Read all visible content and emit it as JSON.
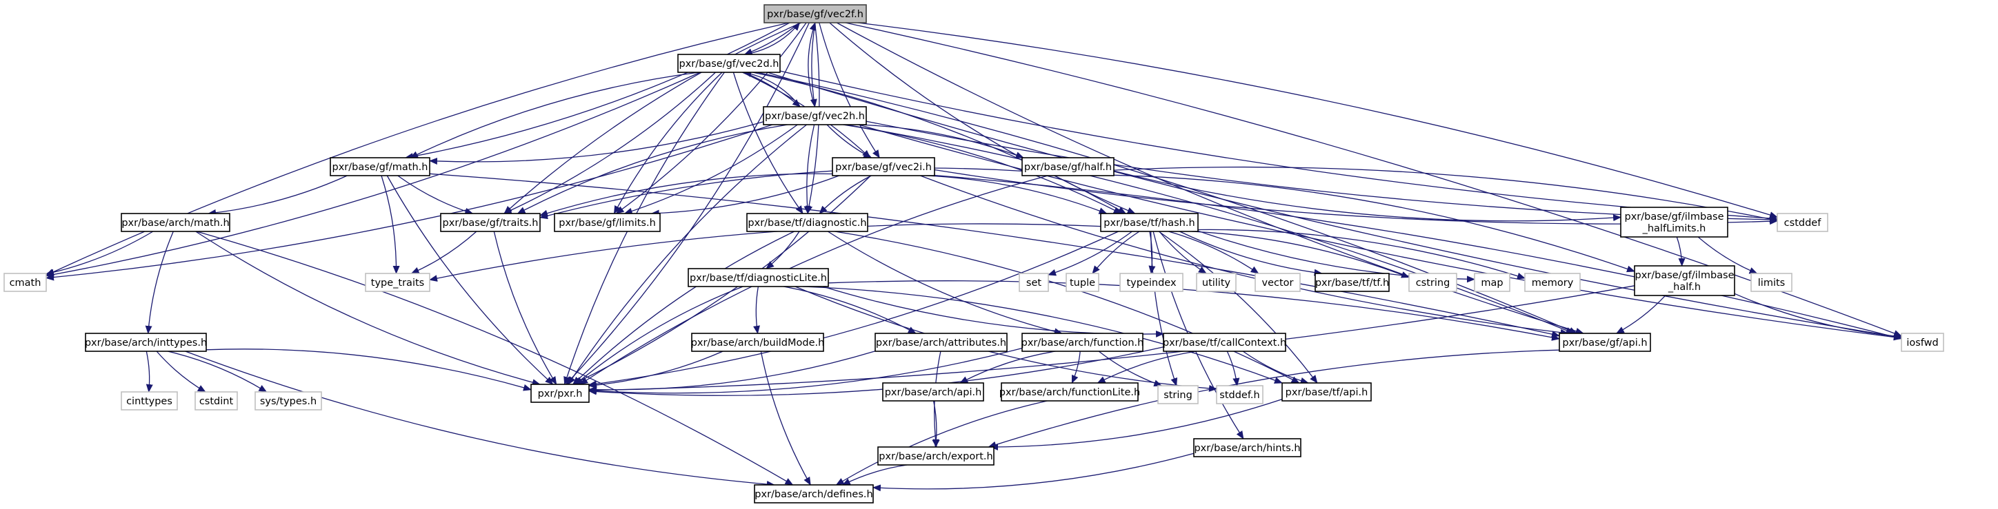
{
  "title": "pxr/base/gf/vec2f.h include dependency graph",
  "colors": {
    "edge": "#191970",
    "root_fill": "#bfbfbf",
    "local_border": "#000000",
    "system_border": "#bfbfbf"
  },
  "nodes": [
    {
      "id": "vec2f",
      "label": "pxr/base/gf/vec2f.h",
      "kind": "root"
    },
    {
      "id": "vec2d",
      "label": "pxr/base/gf/vec2d.h",
      "kind": "local"
    },
    {
      "id": "vec2h",
      "label": "pxr/base/gf/vec2h.h",
      "kind": "local"
    },
    {
      "id": "gfmath",
      "label": "pxr/base/gf/math.h",
      "kind": "local"
    },
    {
      "id": "vec2i",
      "label": "pxr/base/gf/vec2i.h",
      "kind": "local"
    },
    {
      "id": "half",
      "label": "pxr/base/gf/half.h",
      "kind": "local"
    },
    {
      "id": "archmath",
      "label": "pxr/base/arch/math.h",
      "kind": "local"
    },
    {
      "id": "traits",
      "label": "pxr/base/gf/traits.h",
      "kind": "local"
    },
    {
      "id": "gflimits",
      "label": "pxr/base/gf/limits.h",
      "kind": "local"
    },
    {
      "id": "diagnostic",
      "label": "pxr/base/tf/diagnostic.h",
      "kind": "local"
    },
    {
      "id": "hash",
      "label": "pxr/base/tf/hash.h",
      "kind": "local"
    },
    {
      "id": "halfLimits",
      "label": "pxr/base/gf/ilmbase\n_halfLimits.h",
      "kind": "local"
    },
    {
      "id": "cstddef",
      "label": "cstddef",
      "kind": "system"
    },
    {
      "id": "cmath",
      "label": "cmath",
      "kind": "system"
    },
    {
      "id": "type_traits",
      "label": "type_traits",
      "kind": "system"
    },
    {
      "id": "diagLite",
      "label": "pxr/base/tf/diagnosticLite.h",
      "kind": "local"
    },
    {
      "id": "set",
      "label": "set",
      "kind": "system"
    },
    {
      "id": "tuple",
      "label": "tuple",
      "kind": "system"
    },
    {
      "id": "typeindex",
      "label": "typeindex",
      "kind": "system"
    },
    {
      "id": "utility",
      "label": "utility",
      "kind": "system"
    },
    {
      "id": "vector",
      "label": "vector",
      "kind": "system"
    },
    {
      "id": "tf",
      "label": "pxr/base/tf/tf.h",
      "kind": "local"
    },
    {
      "id": "cstring",
      "label": "cstring",
      "kind": "system"
    },
    {
      "id": "map",
      "label": "map",
      "kind": "system"
    },
    {
      "id": "memory",
      "label": "memory",
      "kind": "system"
    },
    {
      "id": "ilmhalf",
      "label": "pxr/base/gf/ilmbase\n_half.h",
      "kind": "local"
    },
    {
      "id": "limits",
      "label": "limits",
      "kind": "system"
    },
    {
      "id": "inttypes",
      "label": "pxr/base/arch/inttypes.h",
      "kind": "local"
    },
    {
      "id": "buildMode",
      "label": "pxr/base/arch/buildMode.h",
      "kind": "local"
    },
    {
      "id": "attributes",
      "label": "pxr/base/arch/attributes.h",
      "kind": "local"
    },
    {
      "id": "function",
      "label": "pxr/base/arch/function.h",
      "kind": "local"
    },
    {
      "id": "callContext",
      "label": "pxr/base/tf/callContext.h",
      "kind": "local"
    },
    {
      "id": "gfapi",
      "label": "pxr/base/gf/api.h",
      "kind": "local"
    },
    {
      "id": "iosfwd",
      "label": "iosfwd",
      "kind": "system"
    },
    {
      "id": "cinttypes",
      "label": "cinttypes",
      "kind": "system"
    },
    {
      "id": "cstdint",
      "label": "cstdint",
      "kind": "system"
    },
    {
      "id": "systypes",
      "label": "sys/types.h",
      "kind": "system"
    },
    {
      "id": "pxr",
      "label": "pxr/pxr.h",
      "kind": "local"
    },
    {
      "id": "archapi",
      "label": "pxr/base/arch/api.h",
      "kind": "local"
    },
    {
      "id": "functionLite",
      "label": "pxr/base/arch/functionLite.h",
      "kind": "local"
    },
    {
      "id": "string",
      "label": "string",
      "kind": "system"
    },
    {
      "id": "stddef",
      "label": "stddef.h",
      "kind": "system"
    },
    {
      "id": "tfapi",
      "label": "pxr/base/tf/api.h",
      "kind": "local"
    },
    {
      "id": "export",
      "label": "pxr/base/arch/export.h",
      "kind": "local"
    },
    {
      "id": "hints",
      "label": "pxr/base/arch/hints.h",
      "kind": "local"
    },
    {
      "id": "defines",
      "label": "pxr/base/arch/defines.h",
      "kind": "local"
    }
  ],
  "edges": [
    [
      "vec2f",
      "vec2d"
    ],
    [
      "vec2f",
      "vec2h"
    ],
    [
      "vec2f",
      "gfmath"
    ],
    [
      "vec2f",
      "traits"
    ],
    [
      "vec2f",
      "gflimits"
    ],
    [
      "vec2f",
      "vec2i"
    ],
    [
      "vec2f",
      "diagnostic"
    ],
    [
      "vec2f",
      "hash"
    ],
    [
      "vec2f",
      "cstddef"
    ],
    [
      "vec2f",
      "cmath"
    ],
    [
      "vec2f",
      "iosfwd"
    ],
    [
      "vec2f",
      "gfapi"
    ],
    [
      "vec2f",
      "pxr"
    ],
    [
      "vec2d",
      "vec2f"
    ],
    [
      "vec2d",
      "vec2h"
    ],
    [
      "vec2d",
      "gfmath"
    ],
    [
      "vec2d",
      "traits"
    ],
    [
      "vec2d",
      "gflimits"
    ],
    [
      "vec2d",
      "vec2i"
    ],
    [
      "vec2d",
      "diagnostic"
    ],
    [
      "vec2d",
      "hash"
    ],
    [
      "vec2d",
      "cstddef"
    ],
    [
      "vec2d",
      "cmath"
    ],
    [
      "vec2d",
      "iosfwd"
    ],
    [
      "vec2d",
      "gfapi"
    ],
    [
      "vec2d",
      "pxr"
    ],
    [
      "vec2h",
      "vec2f"
    ],
    [
      "vec2h",
      "vec2d"
    ],
    [
      "vec2h",
      "gfmath"
    ],
    [
      "vec2h",
      "traits"
    ],
    [
      "vec2h",
      "gflimits"
    ],
    [
      "vec2h",
      "vec2i"
    ],
    [
      "vec2h",
      "half"
    ],
    [
      "vec2h",
      "diagnostic"
    ],
    [
      "vec2h",
      "hash"
    ],
    [
      "vec2h",
      "cstddef"
    ],
    [
      "vec2h",
      "cmath"
    ],
    [
      "vec2h",
      "iosfwd"
    ],
    [
      "vec2h",
      "gfapi"
    ],
    [
      "vec2h",
      "pxr"
    ],
    [
      "gfmath",
      "archmath"
    ],
    [
      "gfmath",
      "traits"
    ],
    [
      "gfmath",
      "type_traits"
    ],
    [
      "gfmath",
      "pxr"
    ],
    [
      "gfmath",
      "gfapi"
    ],
    [
      "vec2i",
      "traits"
    ],
    [
      "vec2i",
      "gflimits"
    ],
    [
      "vec2i",
      "diagnostic"
    ],
    [
      "vec2i",
      "hash"
    ],
    [
      "vec2i",
      "cstddef"
    ],
    [
      "vec2i",
      "iosfwd"
    ],
    [
      "vec2i",
      "gfapi"
    ],
    [
      "vec2i",
      "pxr"
    ],
    [
      "half",
      "traits"
    ],
    [
      "half",
      "ilmhalf"
    ],
    [
      "half",
      "halfLimits"
    ],
    [
      "half",
      "cstddef"
    ],
    [
      "half",
      "pxr"
    ],
    [
      "archmath",
      "cmath"
    ],
    [
      "archmath",
      "inttypes"
    ],
    [
      "archmath",
      "defines"
    ],
    [
      "archmath",
      "pxr"
    ],
    [
      "traits",
      "type_traits"
    ],
    [
      "traits",
      "pxr"
    ],
    [
      "diagnostic",
      "diagLite"
    ],
    [
      "diagnostic",
      "function"
    ],
    [
      "diagnostic",
      "tfapi"
    ],
    [
      "diagnostic",
      "pxr"
    ],
    [
      "hash",
      "set"
    ],
    [
      "hash",
      "tuple"
    ],
    [
      "hash",
      "typeindex"
    ],
    [
      "hash",
      "utility"
    ],
    [
      "hash",
      "vector"
    ],
    [
      "hash",
      "tf"
    ],
    [
      "hash",
      "cstring"
    ],
    [
      "hash",
      "map"
    ],
    [
      "hash",
      "memory"
    ],
    [
      "hash",
      "type_traits"
    ],
    [
      "hash",
      "tfapi"
    ],
    [
      "hash",
      "hints"
    ],
    [
      "hash",
      "pxr"
    ],
    [
      "hash",
      "string"
    ],
    [
      "halfLimits",
      "ilmhalf"
    ],
    [
      "halfLimits",
      "limits"
    ],
    [
      "ilmhalf",
      "gfapi"
    ],
    [
      "ilmhalf",
      "iosfwd"
    ],
    [
      "ilmhalf",
      "pxr"
    ],
    [
      "diagLite",
      "buildMode"
    ],
    [
      "diagLite",
      "attributes"
    ],
    [
      "diagLite",
      "callContext"
    ],
    [
      "diagLite",
      "tfapi"
    ],
    [
      "diagLite",
      "stddef"
    ],
    [
      "diagLite",
      "gfapi"
    ],
    [
      "diagLite",
      "pxr"
    ],
    [
      "inttypes",
      "cinttypes"
    ],
    [
      "inttypes",
      "cstdint"
    ],
    [
      "inttypes",
      "systypes"
    ],
    [
      "inttypes",
      "defines"
    ],
    [
      "inttypes",
      "pxr"
    ],
    [
      "buildMode",
      "defines"
    ],
    [
      "buildMode",
      "pxr"
    ],
    [
      "attributes",
      "export"
    ],
    [
      "attributes",
      "pxr"
    ],
    [
      "function",
      "archapi"
    ],
    [
      "function",
      "functionLite"
    ],
    [
      "function",
      "string"
    ],
    [
      "function",
      "pxr"
    ],
    [
      "callContext",
      "functionLite"
    ],
    [
      "callContext",
      "stddef"
    ],
    [
      "callContext",
      "tfapi"
    ],
    [
      "callContext",
      "pxr"
    ],
    [
      "gfapi",
      "export"
    ],
    [
      "archapi",
      "export"
    ],
    [
      "functionLite",
      "defines"
    ],
    [
      "tfapi",
      "export"
    ],
    [
      "export",
      "defines"
    ],
    [
      "hints",
      "defines"
    ]
  ]
}
